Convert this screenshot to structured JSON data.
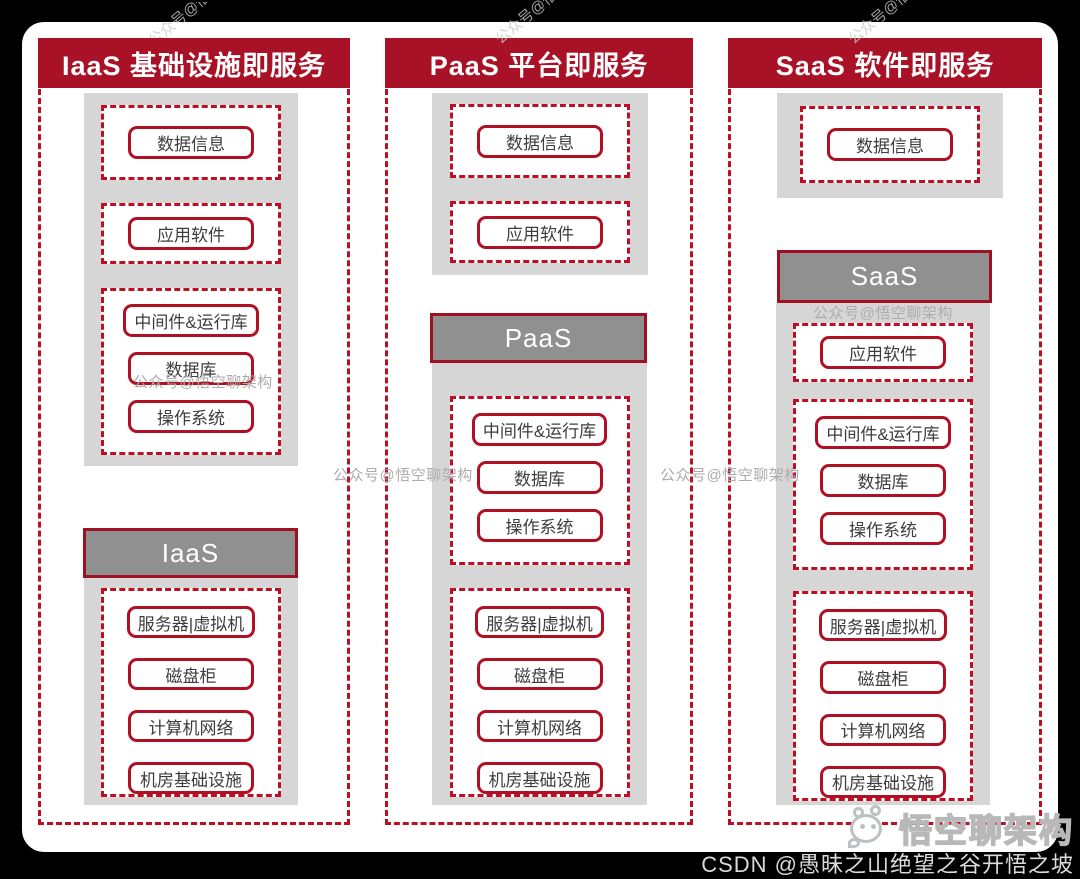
{
  "columns": [
    {
      "header": "IaaS 基础设施即服务",
      "bar_label": "IaaS",
      "data_box": "数据信息",
      "app_box": "应用软件",
      "middle": [
        "中间件&运行库",
        "数据库",
        "操作系统"
      ],
      "hardware": [
        "服务器|虚拟机",
        "磁盘柜",
        "计算机网络",
        "机房基础设施"
      ]
    },
    {
      "header": "PaaS 平台即服务",
      "bar_label": "PaaS",
      "data_box": "数据信息",
      "app_box": "应用软件",
      "middle": [
        "中间件&运行库",
        "数据库",
        "操作系统"
      ],
      "hardware": [
        "服务器|虚拟机",
        "磁盘柜",
        "计算机网络",
        "机房基础设施"
      ]
    },
    {
      "header": "SaaS 软件即服务",
      "bar_label": "SaaS",
      "data_box": "数据信息",
      "app_box": "应用软件",
      "middle": [
        "中间件&运行库",
        "数据库",
        "操作系统"
      ],
      "hardware": [
        "服务器|虚拟机",
        "磁盘柜",
        "计算机网络",
        "机房基础设施"
      ]
    }
  ],
  "watermark": {
    "wechat": "公众号@悟空聊架构"
  },
  "footer": {
    "logo_text": "悟空聊架构",
    "credit": "CSDN @愚昧之山绝望之谷开悟之坡"
  },
  "colors": {
    "header_red": "#A91127",
    "dashed_border_red": "#BE0E23",
    "chip_border_red": "#B01023",
    "bar_border_red": "#9E1022",
    "bar_gray": "#909090",
    "panel_gray": "#D6D6D6",
    "watermark_gray": "#ADABAB",
    "background_black": "#000000",
    "card_white": "#FFFFFF"
  }
}
